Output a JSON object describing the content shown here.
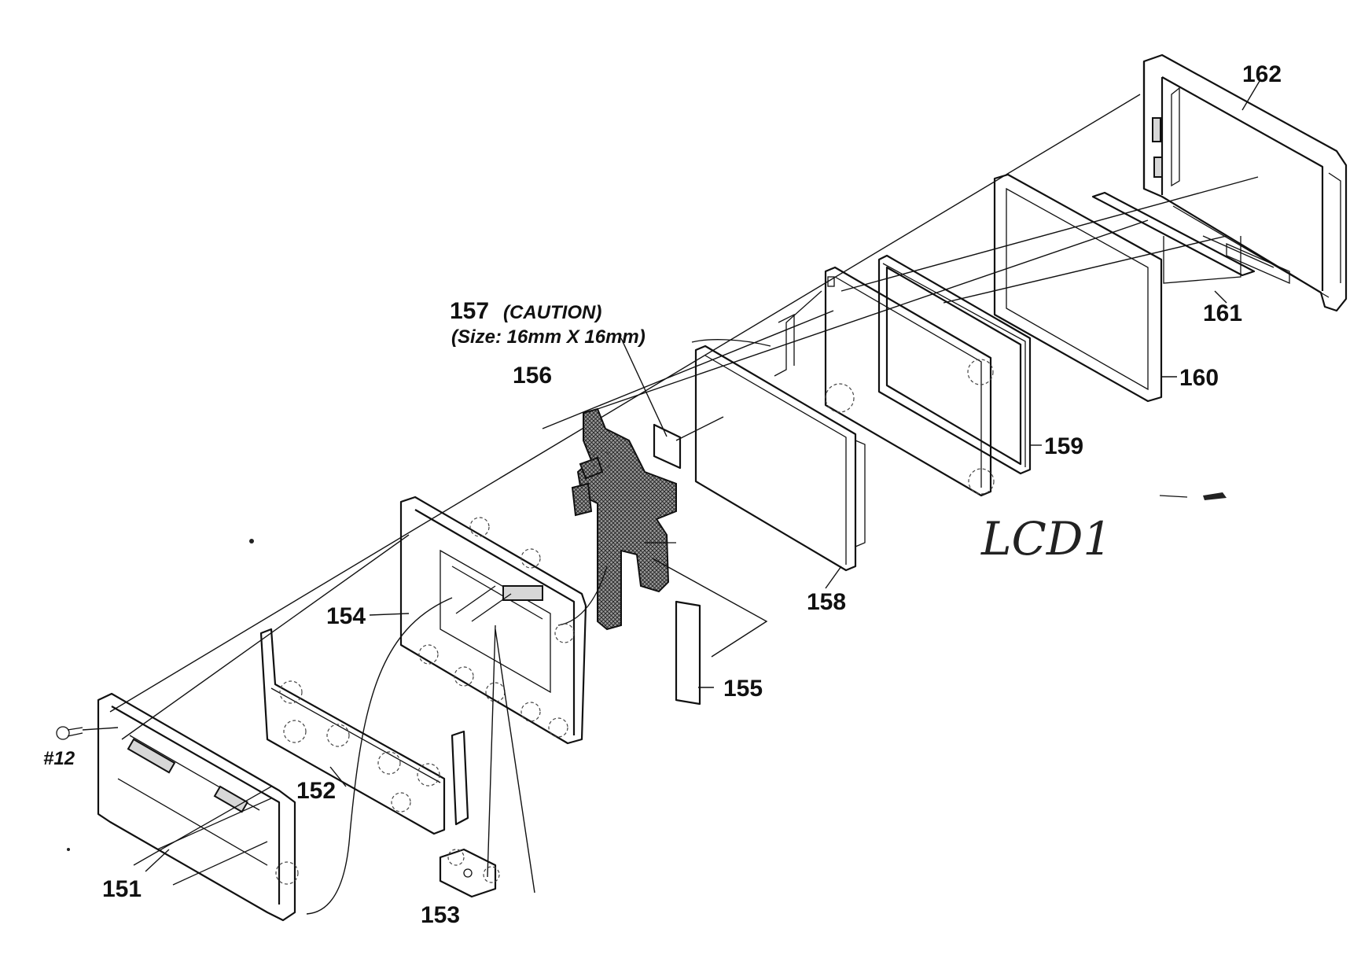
{
  "labels": {
    "p151": "151",
    "p152": "152",
    "p153": "153",
    "p154": "154",
    "p155": "155",
    "p156": "156",
    "p157": "157",
    "p157_caution": "(CAUTION)",
    "p157_size": "(Size: 16mm X 16mm)",
    "p158": "158",
    "p159": "159",
    "p160": "160",
    "p161": "161",
    "p162": "162",
    "screw": "#12"
  },
  "handwritten": "LCD1"
}
